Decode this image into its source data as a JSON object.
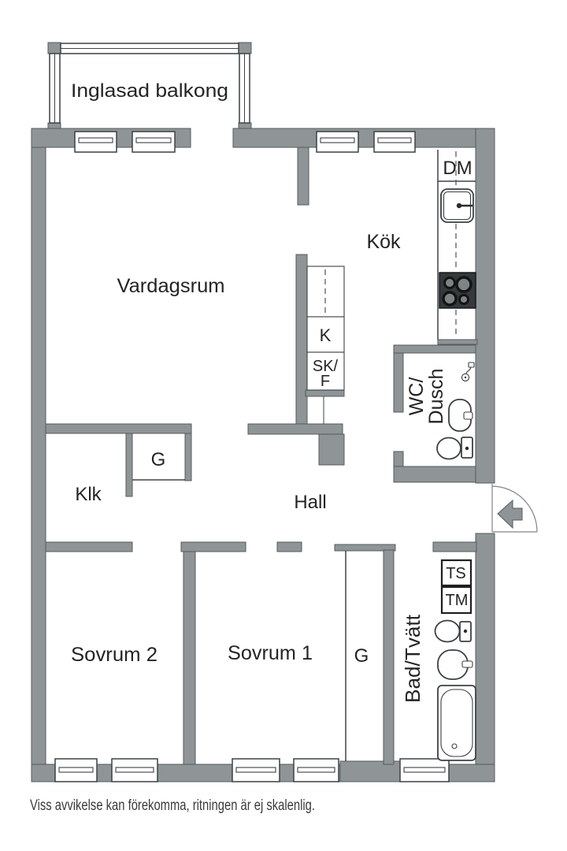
{
  "labels": {
    "balcony": "Inglasad balkong",
    "living_room": "Vardagsrum",
    "kitchen": "Kök",
    "hall": "Hall",
    "closet_room": "Klk",
    "bedroom1": "Sovrum 1",
    "bedroom2": "Sovrum 2",
    "bath_laundry": "Bad/Tvätt",
    "wc_line1": "WC/",
    "wc_line2": "Dusch",
    "dishwasher": "DM",
    "cabinet": "K",
    "pantry_fridge_line1": "SK/",
    "pantry_fridge_line2": "F",
    "wardrobe_klk": "G",
    "wardrobe_bedroom": "G",
    "drying_cabinet": "TS",
    "washing_machine": "TM"
  },
  "footer": {
    "disclaimer": "Viss avvikelse kan förekomma, ritningen är ej skalenlig."
  },
  "colors": {
    "wall": "#8f9597",
    "wall_outline": "#565b5d",
    "text": "#242424",
    "stove": "#35393c",
    "background": "#ffffff"
  }
}
